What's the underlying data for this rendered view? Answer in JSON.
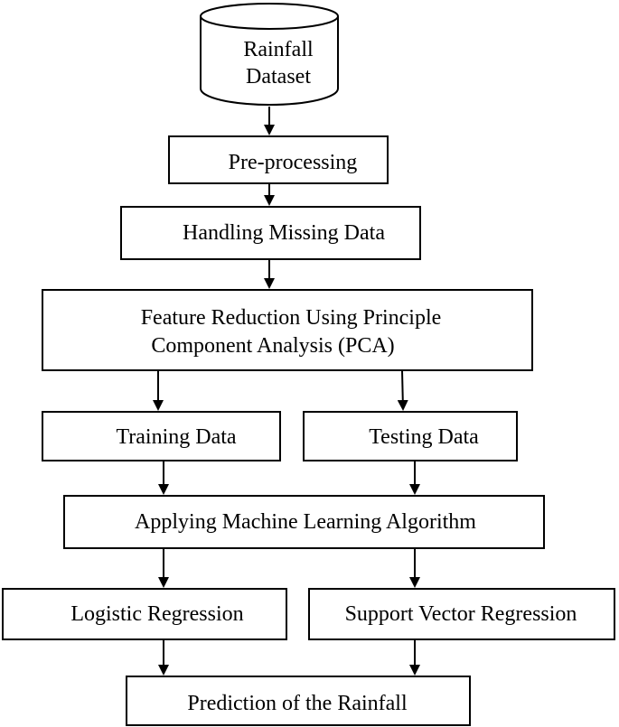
{
  "diagram": {
    "colors": {
      "stroke": "#000000",
      "fill": "#ffffff",
      "text": "#000000"
    },
    "nodes": {
      "dataset": {
        "shape": "cylinder",
        "lines": [
          "Rainfall",
          "Dataset"
        ]
      },
      "preprocessing": {
        "shape": "rectangle",
        "lines": [
          "Pre-processing"
        ]
      },
      "missing": {
        "shape": "rectangle",
        "lines": [
          "Handling Missing Data"
        ]
      },
      "pca": {
        "shape": "rectangle",
        "lines": [
          "Feature Reduction Using Principle",
          "Component Analysis (PCA)"
        ]
      },
      "training": {
        "shape": "rectangle",
        "lines": [
          "Training Data"
        ]
      },
      "testing": {
        "shape": "rectangle",
        "lines": [
          "Testing Data"
        ]
      },
      "ml": {
        "shape": "rectangle",
        "lines": [
          "Applying Machine Learning Algorithm"
        ]
      },
      "logistic": {
        "shape": "rectangle",
        "lines": [
          "Logistic Regression"
        ]
      },
      "svr": {
        "shape": "rectangle",
        "lines": [
          "Support Vector Regression"
        ]
      },
      "prediction": {
        "shape": "rectangle",
        "lines": [
          "Prediction of the Rainfall"
        ]
      }
    },
    "edges": [
      [
        "dataset",
        "preprocessing"
      ],
      [
        "preprocessing",
        "missing"
      ],
      [
        "missing",
        "pca"
      ],
      [
        "pca",
        "training"
      ],
      [
        "pca",
        "testing"
      ],
      [
        "training",
        "ml"
      ],
      [
        "testing",
        "ml"
      ],
      [
        "ml",
        "logistic"
      ],
      [
        "ml",
        "svr"
      ],
      [
        "logistic",
        "prediction"
      ],
      [
        "svr",
        "prediction"
      ]
    ]
  }
}
